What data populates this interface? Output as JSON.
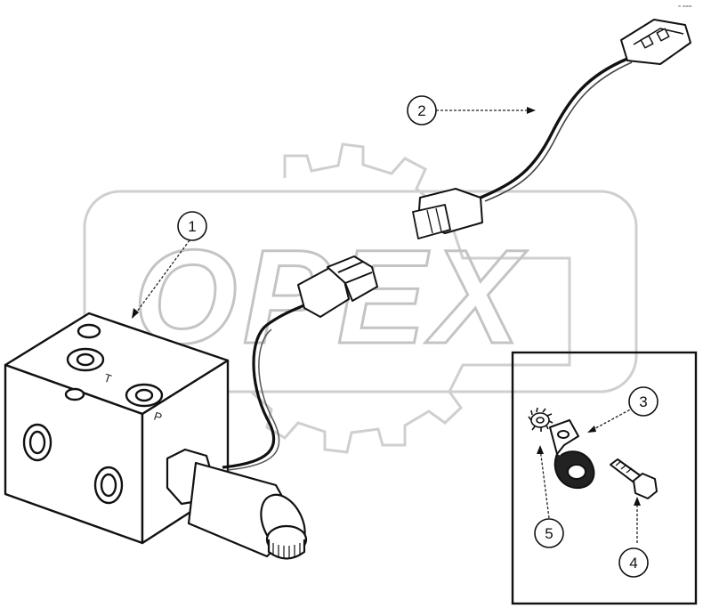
{
  "watermark": {
    "text": "OPEX"
  },
  "corner_mark": "≈ ===",
  "ports": {
    "t": "T",
    "p": "P"
  },
  "callouts": [
    {
      "id": "1",
      "label": "1",
      "part": "valve-block"
    },
    {
      "id": "2",
      "label": "2",
      "part": "wire-harness"
    },
    {
      "id": "3",
      "label": "3",
      "part": "cable-clamp"
    },
    {
      "id": "4",
      "label": "4",
      "part": "bolt"
    },
    {
      "id": "5",
      "label": "5",
      "part": "lock-washer"
    }
  ]
}
